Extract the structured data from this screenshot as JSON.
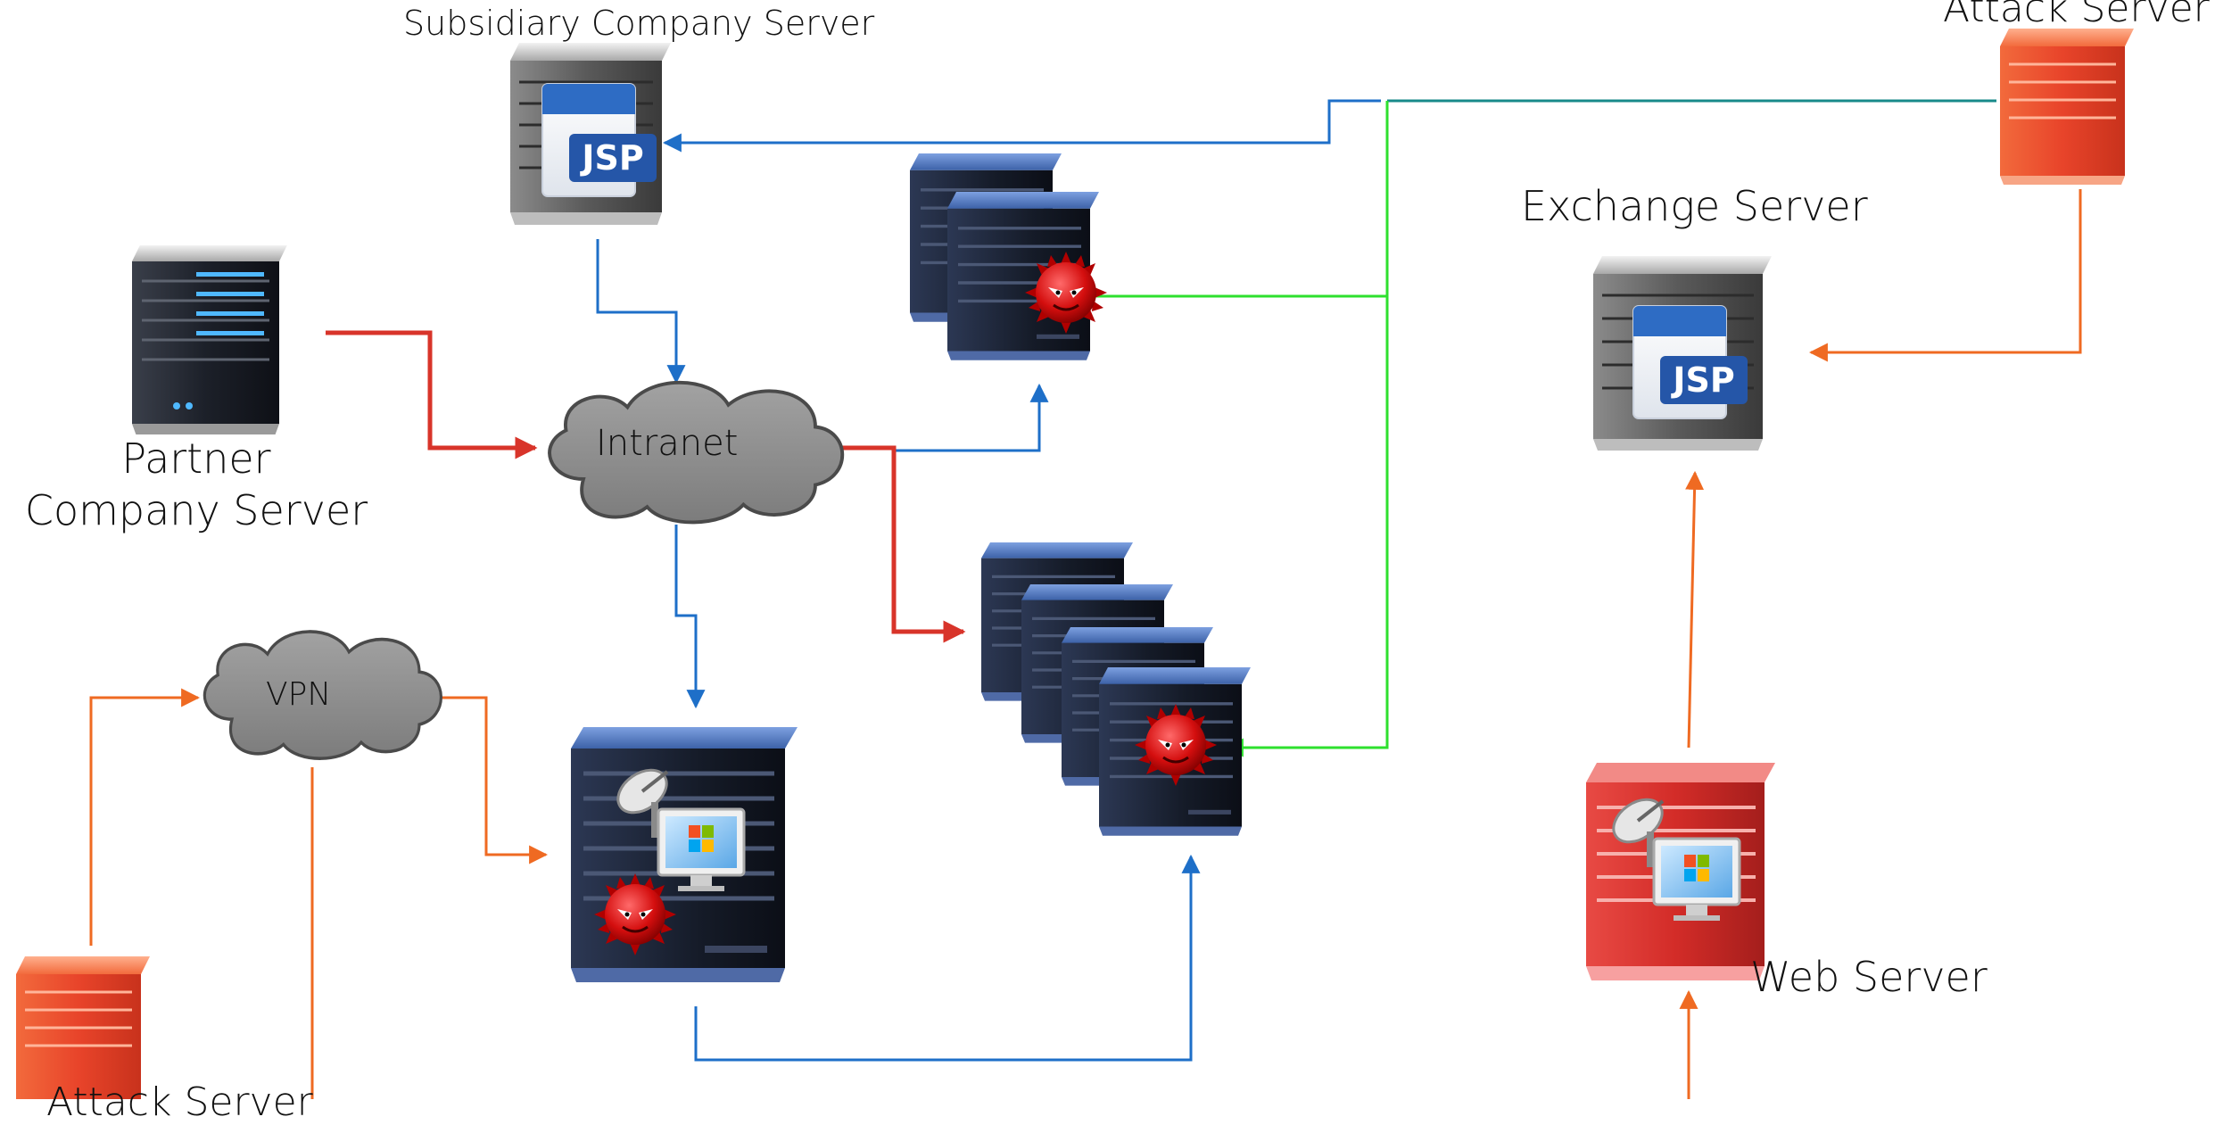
{
  "labels": {
    "subsidiary_server": "Subsidiary Company Server",
    "attack_server_top": "Attack Server",
    "exchange_server": "Exchange Server",
    "partner_server": "Partner Company Server",
    "intranet": "Intranet",
    "vpn": "VPN",
    "web_server": "Web Server",
    "attack_server_bottom": "Attack Server",
    "jsp_badge": "JSP"
  },
  "colors": {
    "blue_link": "#1e6fc8",
    "red_link": "#d8342a",
    "green_link": "#2ee02e",
    "orange_link": "#ef6a22",
    "teal_link": "#178a8a",
    "attacker_server": "#e8442a",
    "web_server_body": "#d8302c",
    "dark_server": "#1a1f2b",
    "blue_server_top": "#5a82c8",
    "cloud": "#8d8d8d",
    "malware": "#d71010"
  },
  "icons": [
    "jsp-web-server-icon",
    "server-icon",
    "infected-server-icon",
    "server-cluster-icon",
    "cloud-icon",
    "attacker-server-icon",
    "malware-bug-icon",
    "satellite-dish-icon",
    "windows-monitor-icon"
  ]
}
